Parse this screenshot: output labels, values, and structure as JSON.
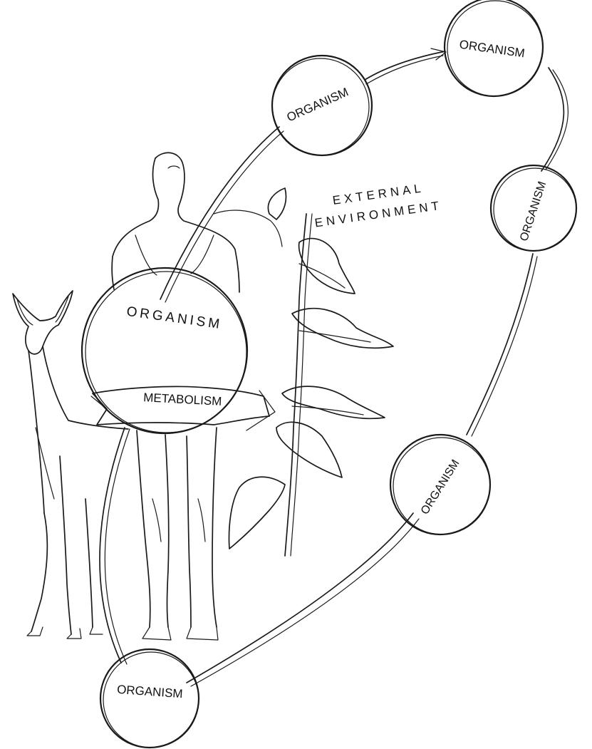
{
  "labels": {
    "organism_top_left": "ORGANISM",
    "organism_top_right": "ORGANISM",
    "organism_right": "ORGANISM",
    "organism_lower_right": "ORGANISM",
    "organism_bottom": "ORGANISM",
    "organism_center": "ORGANISM",
    "metabolism": "METABOLISM",
    "external": "EXTERNAL",
    "environment": "ENVIRONMENT"
  },
  "colors": {
    "ink": "#1a1a1a",
    "paper": "#ffffff"
  },
  "figures": [
    "deer",
    "human",
    "plant"
  ]
}
